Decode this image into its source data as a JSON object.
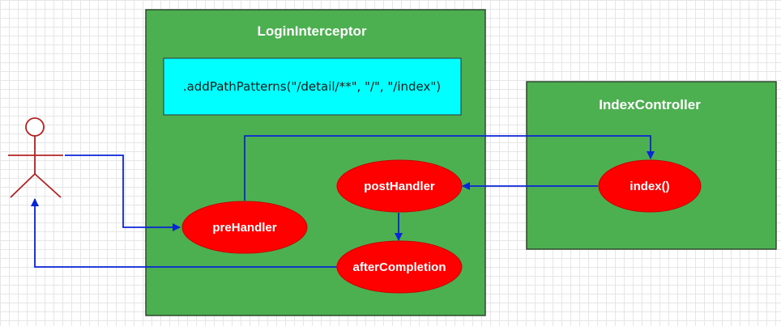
{
  "colors": {
    "container_fill": "#4caf50",
    "container_stroke": "#2e4a2e",
    "pattern_fill": "#00ffff",
    "node_fill": "#ff0000",
    "node_stroke": "#cc0000",
    "flow_line": "#0a24d8",
    "actor": "#b22222"
  },
  "login_interceptor": {
    "title": "LoginInterceptor",
    "path_patterns": ".addPathPatterns(\"/detail/**\", \"/\", \"/index\")",
    "nodes": {
      "pre_handler": "preHandler",
      "post_handler": "postHandler",
      "after_completion": "afterCompletion"
    }
  },
  "index_controller": {
    "title": "IndexController",
    "nodes": {
      "index": "index()"
    }
  },
  "actor": {
    "icon": "stick-figure-icon"
  }
}
